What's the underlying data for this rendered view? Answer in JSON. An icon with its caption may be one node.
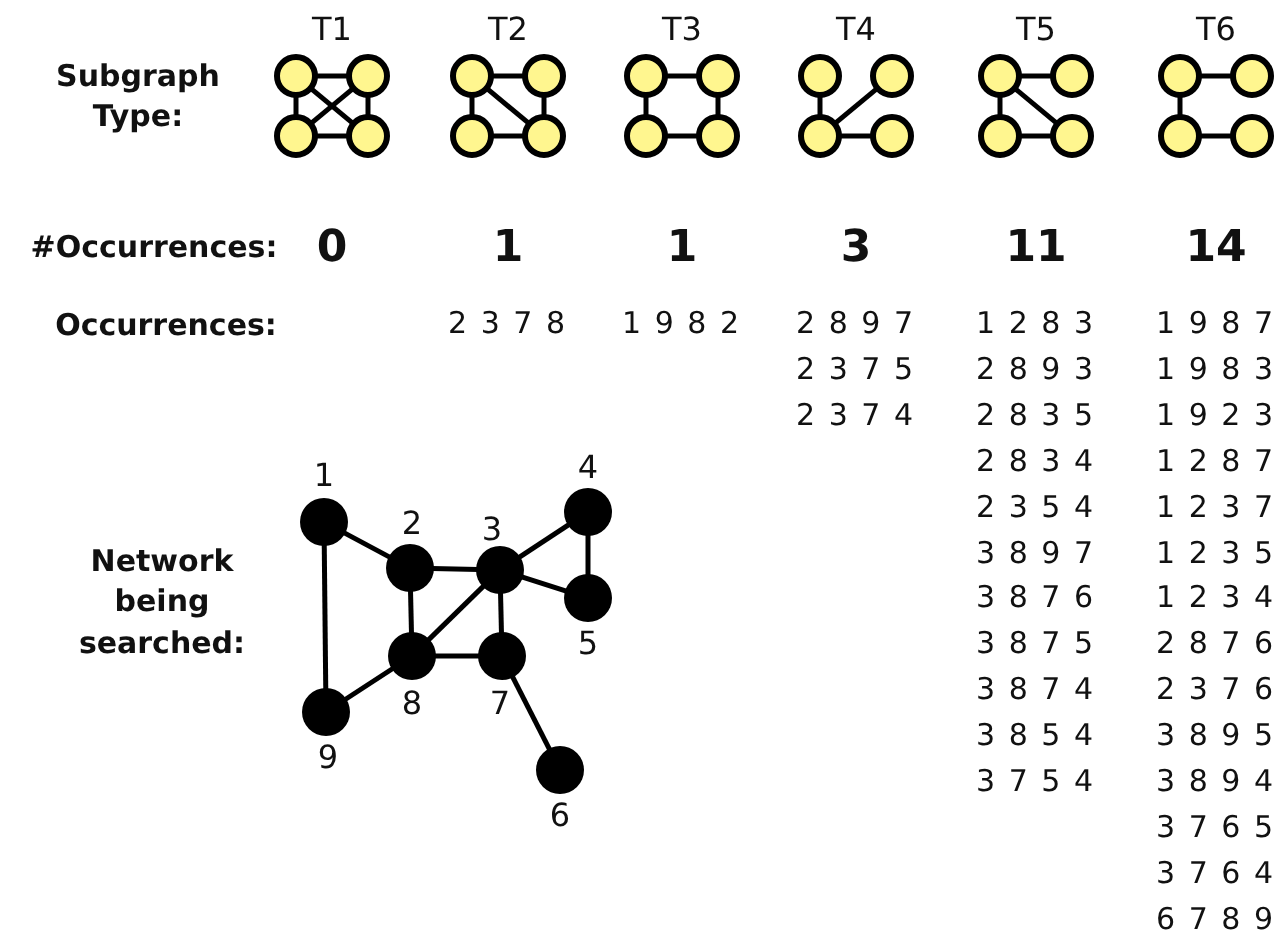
{
  "diagram": {
    "nodes": [
      {
        "text": [],
        "shape": "circle"
      },
      {
        "text": [],
        "shape": "circle"
      },
      {
        "text": [],
        "shape": "circle"
      },
      {
        "text": [],
        "shape": "circle"
      },
      {
        "text": [],
        "shape": "circle"
      },
      {
        "text": [],
        "shape": "circle"
      },
      {
        "text": [],
        "shape": "circle"
      },
      {
        "text": [],
        "shape": "circle"
      },
      {
        "text": [],
        "shape": "circle"
      },
      {
        "text": [],
        "shape": "circle"
      },
      {
        "text": [],
        "shape": "circle"
      },
      {
        "text": [],
        "shape": "circle"
      },
      {
        "text": [],
        "shape": "circle"
      },
      {
        "text": [],
        "shape": "circle"
      },
      {
        "text": [],
        "shape": "circle"
      },
      {
        "text": [],
        "shape": "circle"
      },
      {
        "text": [],
        "shape": "circle"
      },
      {
        "text": [],
        "shape": "circle"
      },
      {
        "text": [],
        "shape": "circle"
      },
      {
        "text": [],
        "shape": "circle"
      },
      {
        "text": [],
        "shape": "circle"
      },
      {
        "text": [],
        "shape": "circle"
      },
      {
        "text": [],
        "shape": "circle"
      },
      {
        "text": [],
        "shape": "circle"
      },
      {
        "text": [],
        "shape": "circle",
        "beside": [
          "1"
        ]
      },
      {
        "text": [],
        "shape": "circle",
        "beside": [
          "2"
        ]
      },
      {
        "text": [],
        "shape": "circle",
        "beside": [
          "3"
        ]
      },
      {
        "text": [],
        "shape": "circle",
        "beside": [
          "4"
        ]
      },
      {
        "text": [],
        "shape": "circle",
        "beside": [
          "5"
        ]
      },
      {
        "text": [],
        "shape": "circle",
        "beside": [
          "6"
        ]
      },
      {
        "text": [],
        "shape": "circle",
        "beside": [
          "7"
        ]
      },
      {
        "text": [],
        "shape": "circle",
        "beside": [
          "8"
        ]
      },
      {
        "text": [],
        "shape": "circle",
        "beside": [
          "9"
        ]
      }
    ],
    "edges": [
      {
        "from": 0,
        "to": 1,
        "arrow": "none"
      },
      {
        "from": 0,
        "to": 2,
        "arrow": "none"
      },
      {
        "from": 0,
        "to": 3,
        "arrow": "none"
      },
      {
        "from": 1,
        "to": 2,
        "arrow": "none"
      },
      {
        "from": 1,
        "to": 3,
        "arrow": "none"
      },
      {
        "from": 2,
        "to": 3,
        "arrow": "none"
      },
      {
        "from": 4,
        "to": 5,
        "arrow": "none"
      },
      {
        "from": 4,
        "to": 6,
        "arrow": "none"
      },
      {
        "from": 4,
        "to": 7,
        "arrow": "none"
      },
      {
        "from": 5,
        "to": 7,
        "arrow": "none"
      },
      {
        "from": 6,
        "to": 7,
        "arrow": "none"
      },
      {
        "from": 8,
        "to": 9,
        "arrow": "none"
      },
      {
        "from": 8,
        "to": 10,
        "arrow": "none"
      },
      {
        "from": 9,
        "to": 11,
        "arrow": "none"
      },
      {
        "from": 10,
        "to": 11,
        "arrow": "none"
      },
      {
        "from": 12,
        "to": 14,
        "arrow": "none"
      },
      {
        "from": 13,
        "to": 14,
        "arrow": "none"
      },
      {
        "from": 14,
        "to": 15,
        "arrow": "none"
      },
      {
        "from": 16,
        "to": 17,
        "arrow": "none"
      },
      {
        "from": 16,
        "to": 18,
        "arrow": "none"
      },
      {
        "from": 16,
        "to": 19,
        "arrow": "none"
      },
      {
        "from": 18,
        "to": 19,
        "arrow": "none"
      },
      {
        "from": 20,
        "to": 21,
        "arrow": "none"
      },
      {
        "from": 20,
        "to": 22,
        "arrow": "none"
      },
      {
        "from": 22,
        "to": 23,
        "arrow": "none"
      },
      {
        "from": 24,
        "to": 25,
        "arrow": "none"
      },
      {
        "from": 24,
        "to": 32,
        "arrow": "none"
      },
      {
        "from": 25,
        "to": 26,
        "arrow": "none"
      },
      {
        "from": 25,
        "to": 31,
        "arrow": "none"
      },
      {
        "from": 26,
        "to": 27,
        "arrow": "none"
      },
      {
        "from": 26,
        "to": 28,
        "arrow": "none"
      },
      {
        "from": 27,
        "to": 28,
        "arrow": "none"
      },
      {
        "from": 26,
        "to": 31,
        "arrow": "none"
      },
      {
        "from": 26,
        "to": 30,
        "arrow": "none"
      },
      {
        "from": 31,
        "to": 30,
        "arrow": "none"
      },
      {
        "from": 31,
        "to": 32,
        "arrow": "none"
      },
      {
        "from": 30,
        "to": 29,
        "arrow": "none"
      }
    ],
    "labels": [
      "Subgraph Type:",
      "T1",
      "T2",
      "T3",
      "T4",
      "T5",
      "T6",
      "#Occurrences:",
      "0",
      "1",
      "1",
      "3",
      "11",
      "14",
      "Occurrences:",
      "2 3 7 8",
      "1 9 8 2",
      "2 8 9 7",
      "2 3 7 5",
      "2 3 7 4",
      "1 2 8 3",
      "2 8 9 3",
      "2 8 3 5",
      "2 8 3 4",
      "2 3 5 4",
      "3 8 9 7",
      "3 8 7 6",
      "3 8 7 5",
      "3 8 7 4",
      "3 8 5 4",
      "3 7 5 4",
      "1 9 8 7",
      "1 9 8 3",
      "1 9 2 3",
      "1 2 8 7",
      "1 2 3 7",
      "1 2 3 5",
      "1 2 3 4",
      "2 8 7 6",
      "2 3 7 6",
      "3 8 9 5",
      "3 8 9 4",
      "3 7 6 5",
      "3 7 6 4",
      "6 7 8 9",
      "Network being searched:"
    ]
  }
}
